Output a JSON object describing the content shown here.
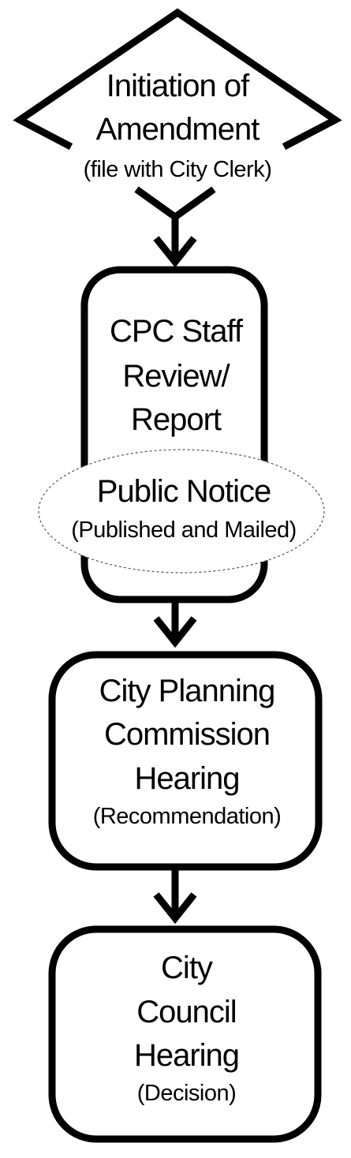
{
  "nodes": {
    "initiation": {
      "line1": "Initiation of",
      "line2": "Amendment",
      "note": "(file with City Clerk)"
    },
    "staff_review": {
      "line1": "CPC Staff",
      "line2": "Review/",
      "line3": "Report"
    },
    "public_notice": {
      "title": "Public Notice",
      "note": "(Published and Mailed)"
    },
    "planning_commission": {
      "line1": "City Planning",
      "line2": "Commission",
      "line3": "Hearing",
      "note": "(Recommendation)"
    },
    "city_council": {
      "line1": "City",
      "line2": "Council",
      "line3": "Hearing",
      "note": "(Decision)"
    }
  },
  "colors": {
    "stroke": "#000000",
    "fill": "#ffffff",
    "dashed_stroke": "#555555"
  }
}
